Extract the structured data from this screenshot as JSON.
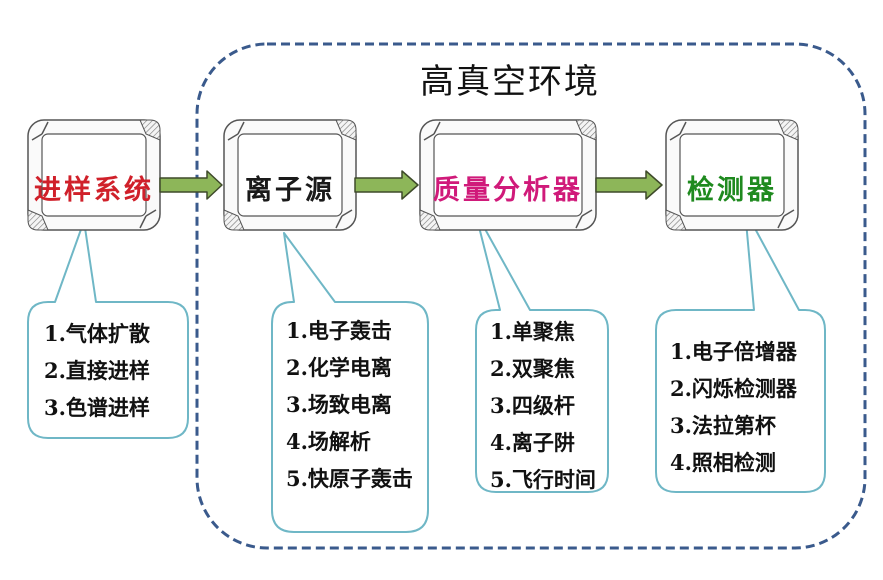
{
  "region": {
    "title": "高真空环境",
    "border_color": "#3a5a8c"
  },
  "colors": {
    "arrow_fill": "#8db659",
    "arrow_stroke": "#3e4a2a",
    "callout_stroke": "#6fb7c6",
    "box_stroke": "#555555"
  },
  "stages": [
    {
      "id": "sample-inlet",
      "label": "进样系统",
      "color": "#d0202a",
      "items": [
        "1.气体扩散",
        "2.直接进样",
        "3.色谱进样"
      ]
    },
    {
      "id": "ion-source",
      "label": "离子源",
      "color": "#1a1a1a",
      "items": [
        "1.电子轰击",
        "2.化学电离",
        "3.场致电离",
        "4.场解析",
        "5.快原子轰击"
      ]
    },
    {
      "id": "mass-analyzer",
      "label": "质量分析器",
      "color": "#d01a7a",
      "items": [
        "1.单聚焦",
        "2.双聚焦",
        "3.四级杆",
        "4.离子阱",
        "5.飞行时间"
      ]
    },
    {
      "id": "detector",
      "label": "检测器",
      "color": "#1f8a1f",
      "items": [
        "1.电子倍增器",
        "2.闪烁检测器",
        "3.法拉第杯",
        "4.照相检测"
      ]
    }
  ]
}
